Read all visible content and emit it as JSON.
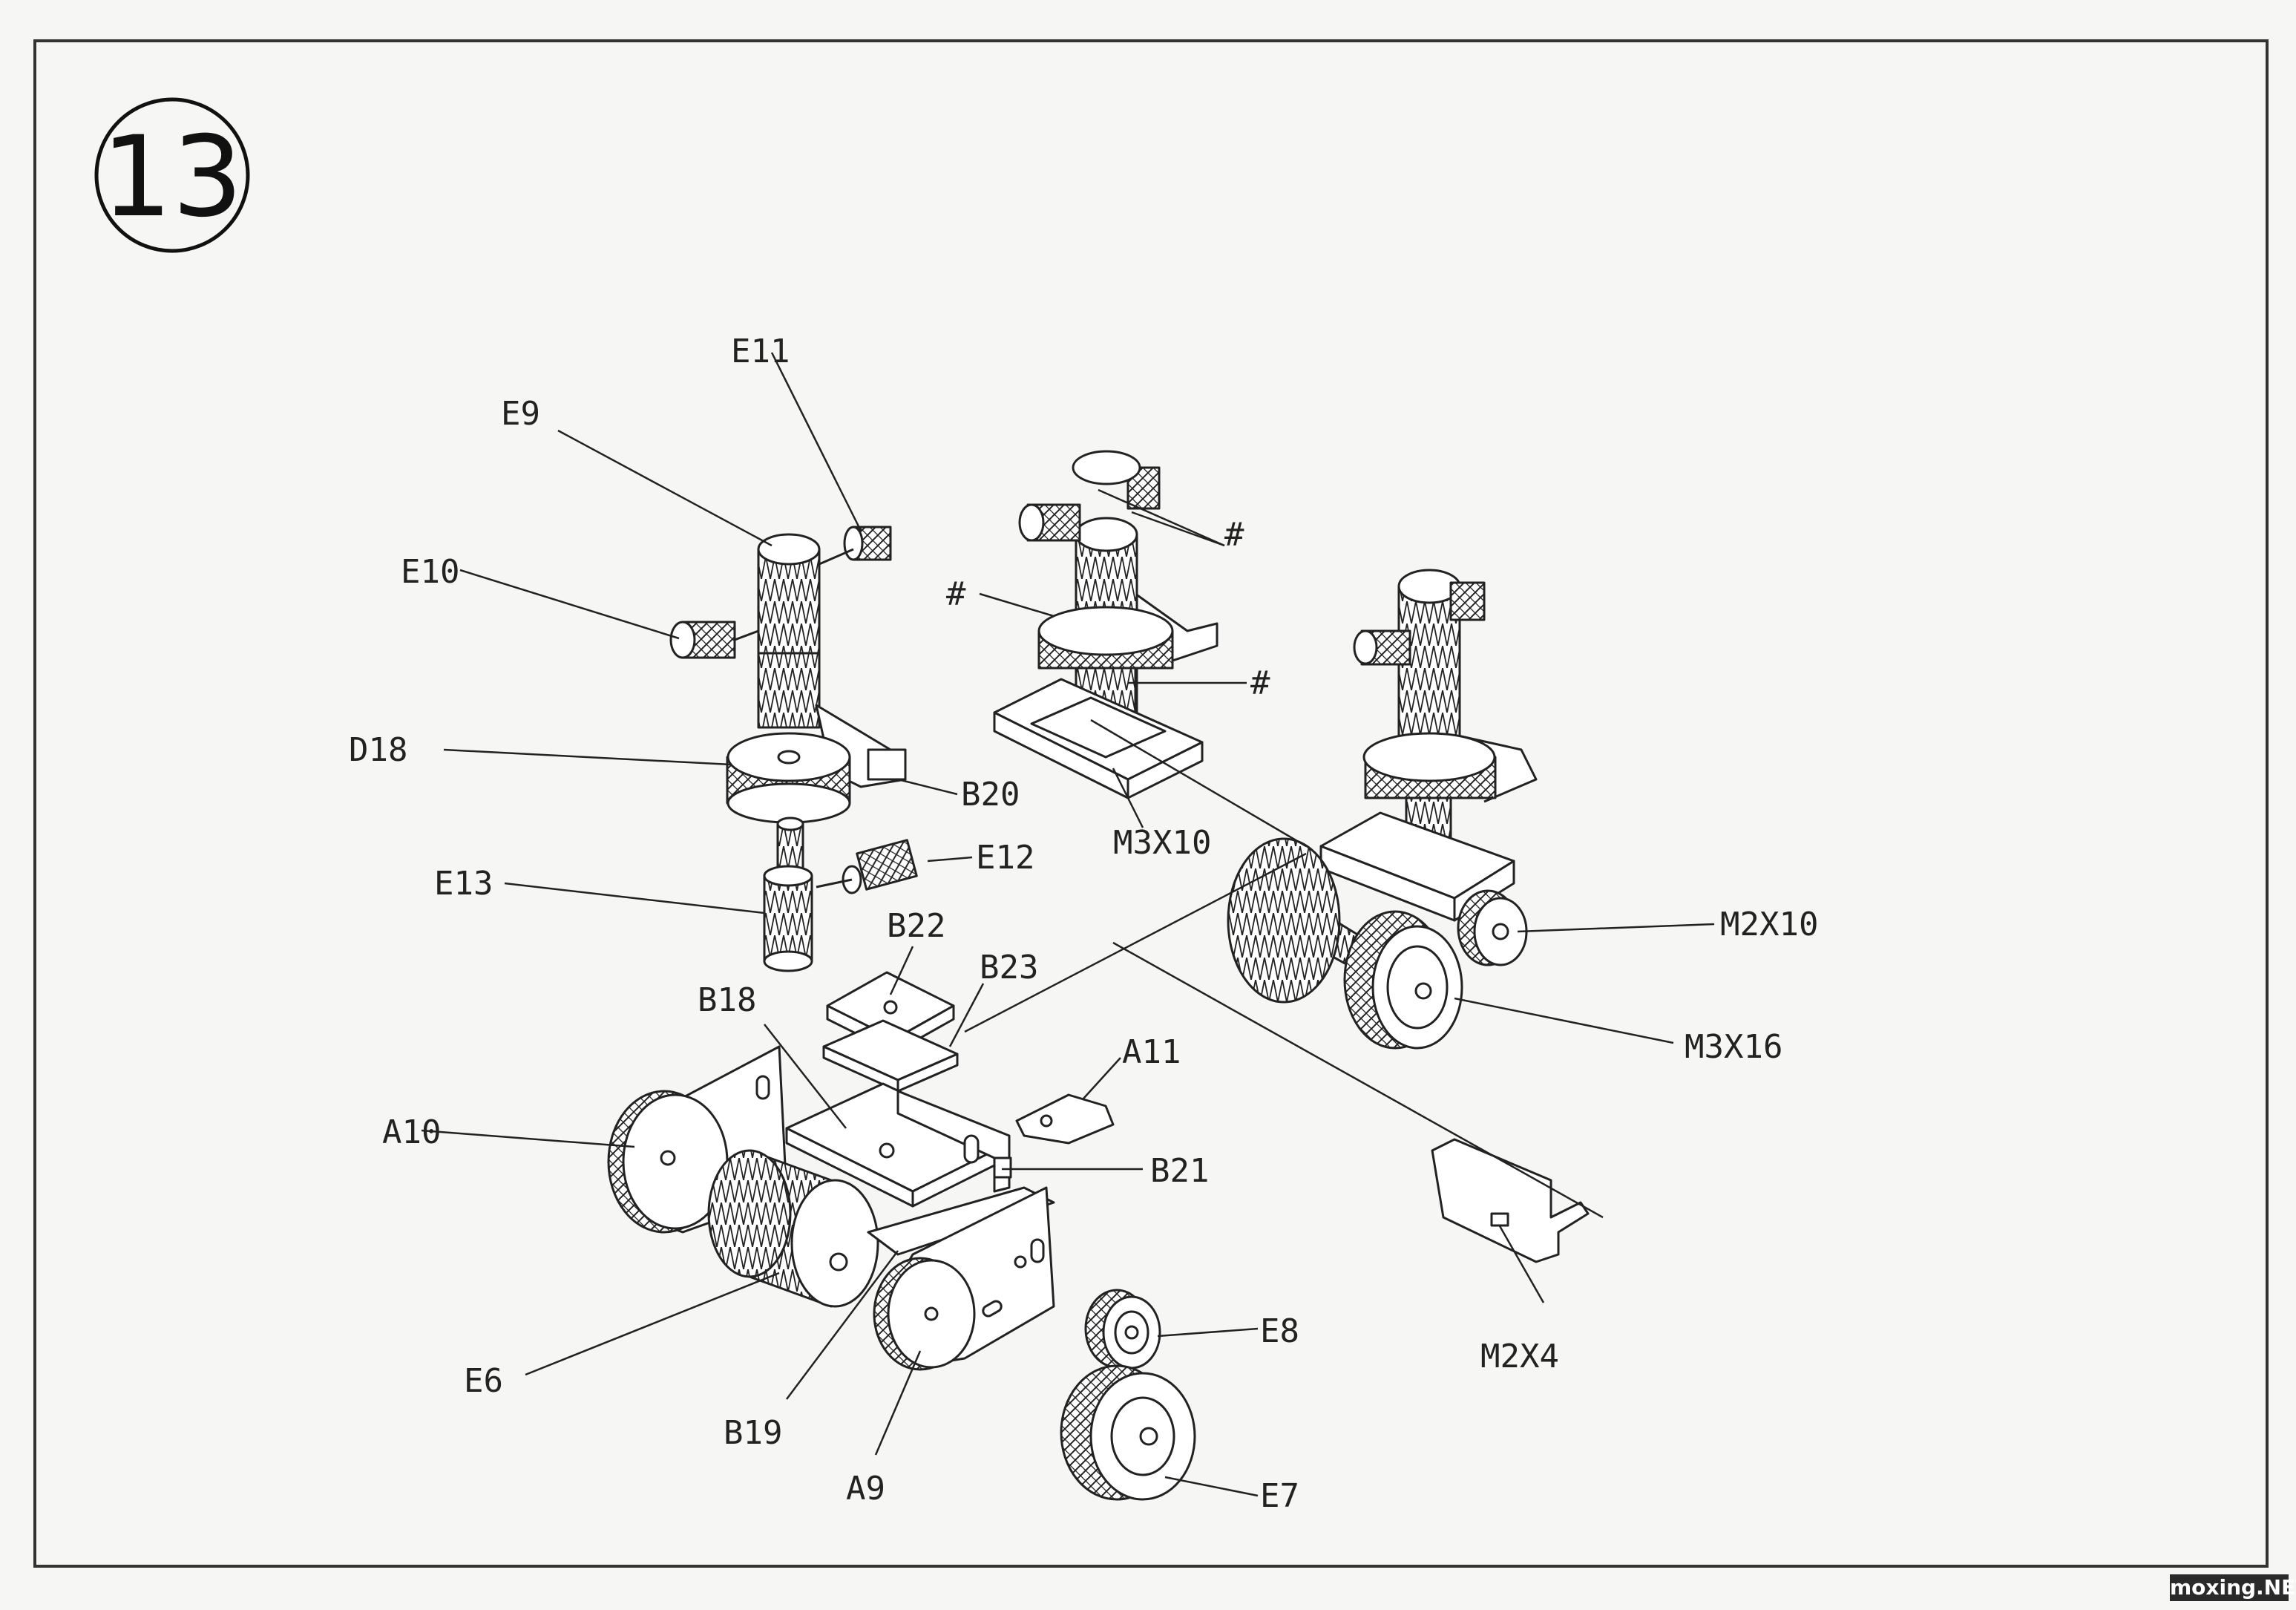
{
  "step_number": "13",
  "labels": {
    "E11": "E11",
    "E9": "E9",
    "E10": "E10",
    "D18": "D18",
    "B20": "B20",
    "E13": "E13",
    "E12": "E12",
    "B22": "B22",
    "B23": "B23",
    "B18": "B18",
    "A10": "A10",
    "A11": "A11",
    "B21": "B21",
    "E6": "E6",
    "B19": "B19",
    "A9": "A9",
    "E8": "E8",
    "E7": "E7",
    "M2X4": "M2X4",
    "M3X10": "M3X10",
    "M2X10": "M2X10",
    "M3X16": "M3X16",
    "hash1": "#",
    "hash2": "#",
    "hash3": "#"
  },
  "watermark": "moxing.NET",
  "colors": {
    "ink": "#222222",
    "paper": "#f6f6f4",
    "fill": "#ffffff"
  }
}
